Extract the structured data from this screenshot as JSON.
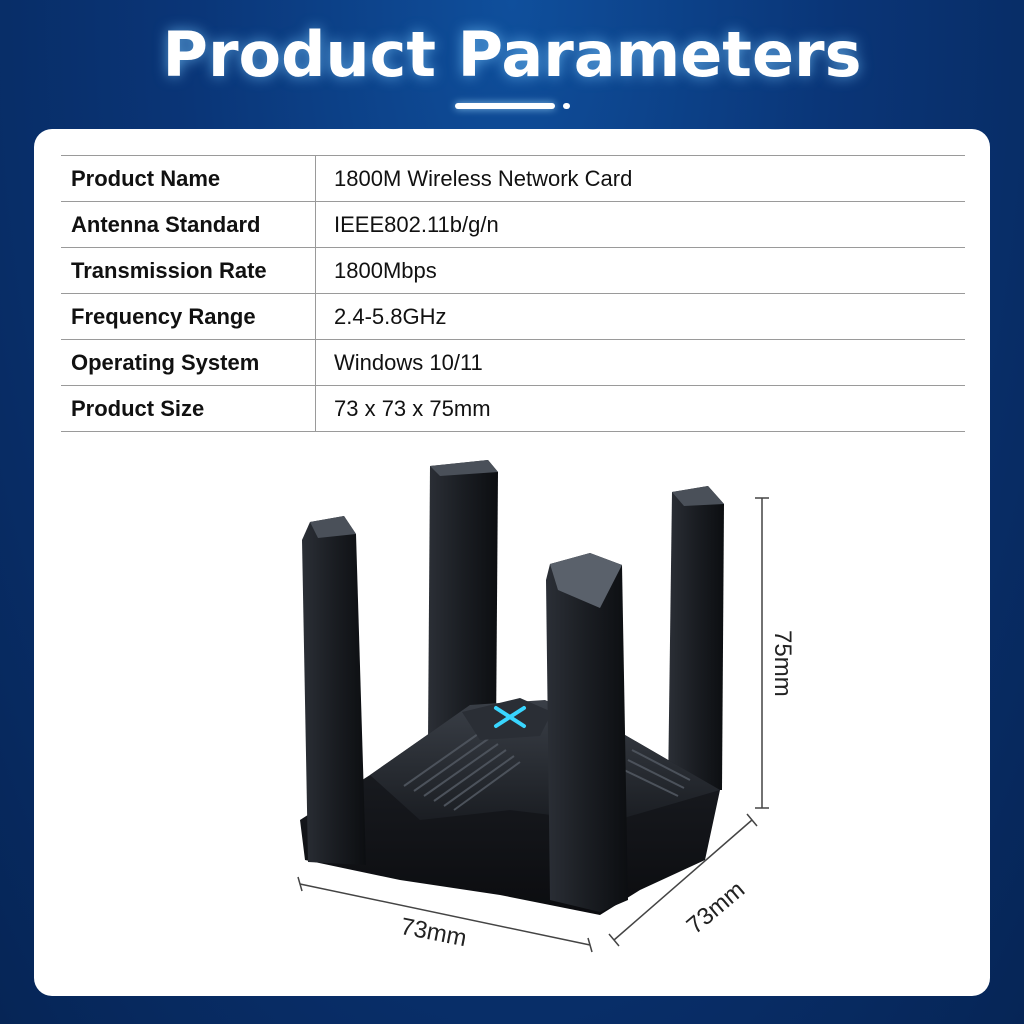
{
  "header": {
    "title": "Product Parameters"
  },
  "specs": [
    {
      "label": "Product Name",
      "value": "1800M Wireless Network Card"
    },
    {
      "label": "Antenna Standard",
      "value": "IEEE802.11b/g/n"
    },
    {
      "label": "Transmission Rate",
      "value": "1800Mbps"
    },
    {
      "label": "Frequency Range",
      "value": "2.4-5.8GHz"
    },
    {
      "label": "Operating System",
      "value": "Windows 10/11"
    },
    {
      "label": "Product Size",
      "value": "73 x 73 x 75mm"
    }
  ],
  "dimensions": {
    "width": "73mm",
    "depth": "73mm",
    "height": "75mm"
  },
  "product_image": {
    "icon": "wireless-network-card-icon",
    "accent": "#39d6ff"
  },
  "colors": {
    "background": "#0a3577",
    "card": "#ffffff",
    "text": "#111111",
    "divider": "#9a9a9a"
  }
}
